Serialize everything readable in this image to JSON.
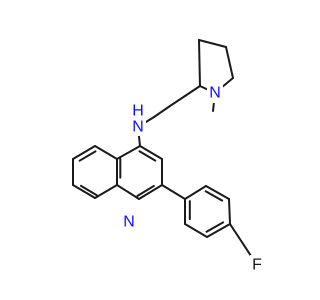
{
  "molecule": {
    "colors": {
      "bond": "#1a1a1a",
      "nitrogen": "#1010ff",
      "fluorine": "#1a1a1a",
      "background": "#ffffff"
    },
    "atom_labels": {
      "amine_n": "N",
      "amine_h": "H",
      "pyrrolidine_n": "N",
      "quinoline_n": "N",
      "fluorine": "F"
    }
  }
}
